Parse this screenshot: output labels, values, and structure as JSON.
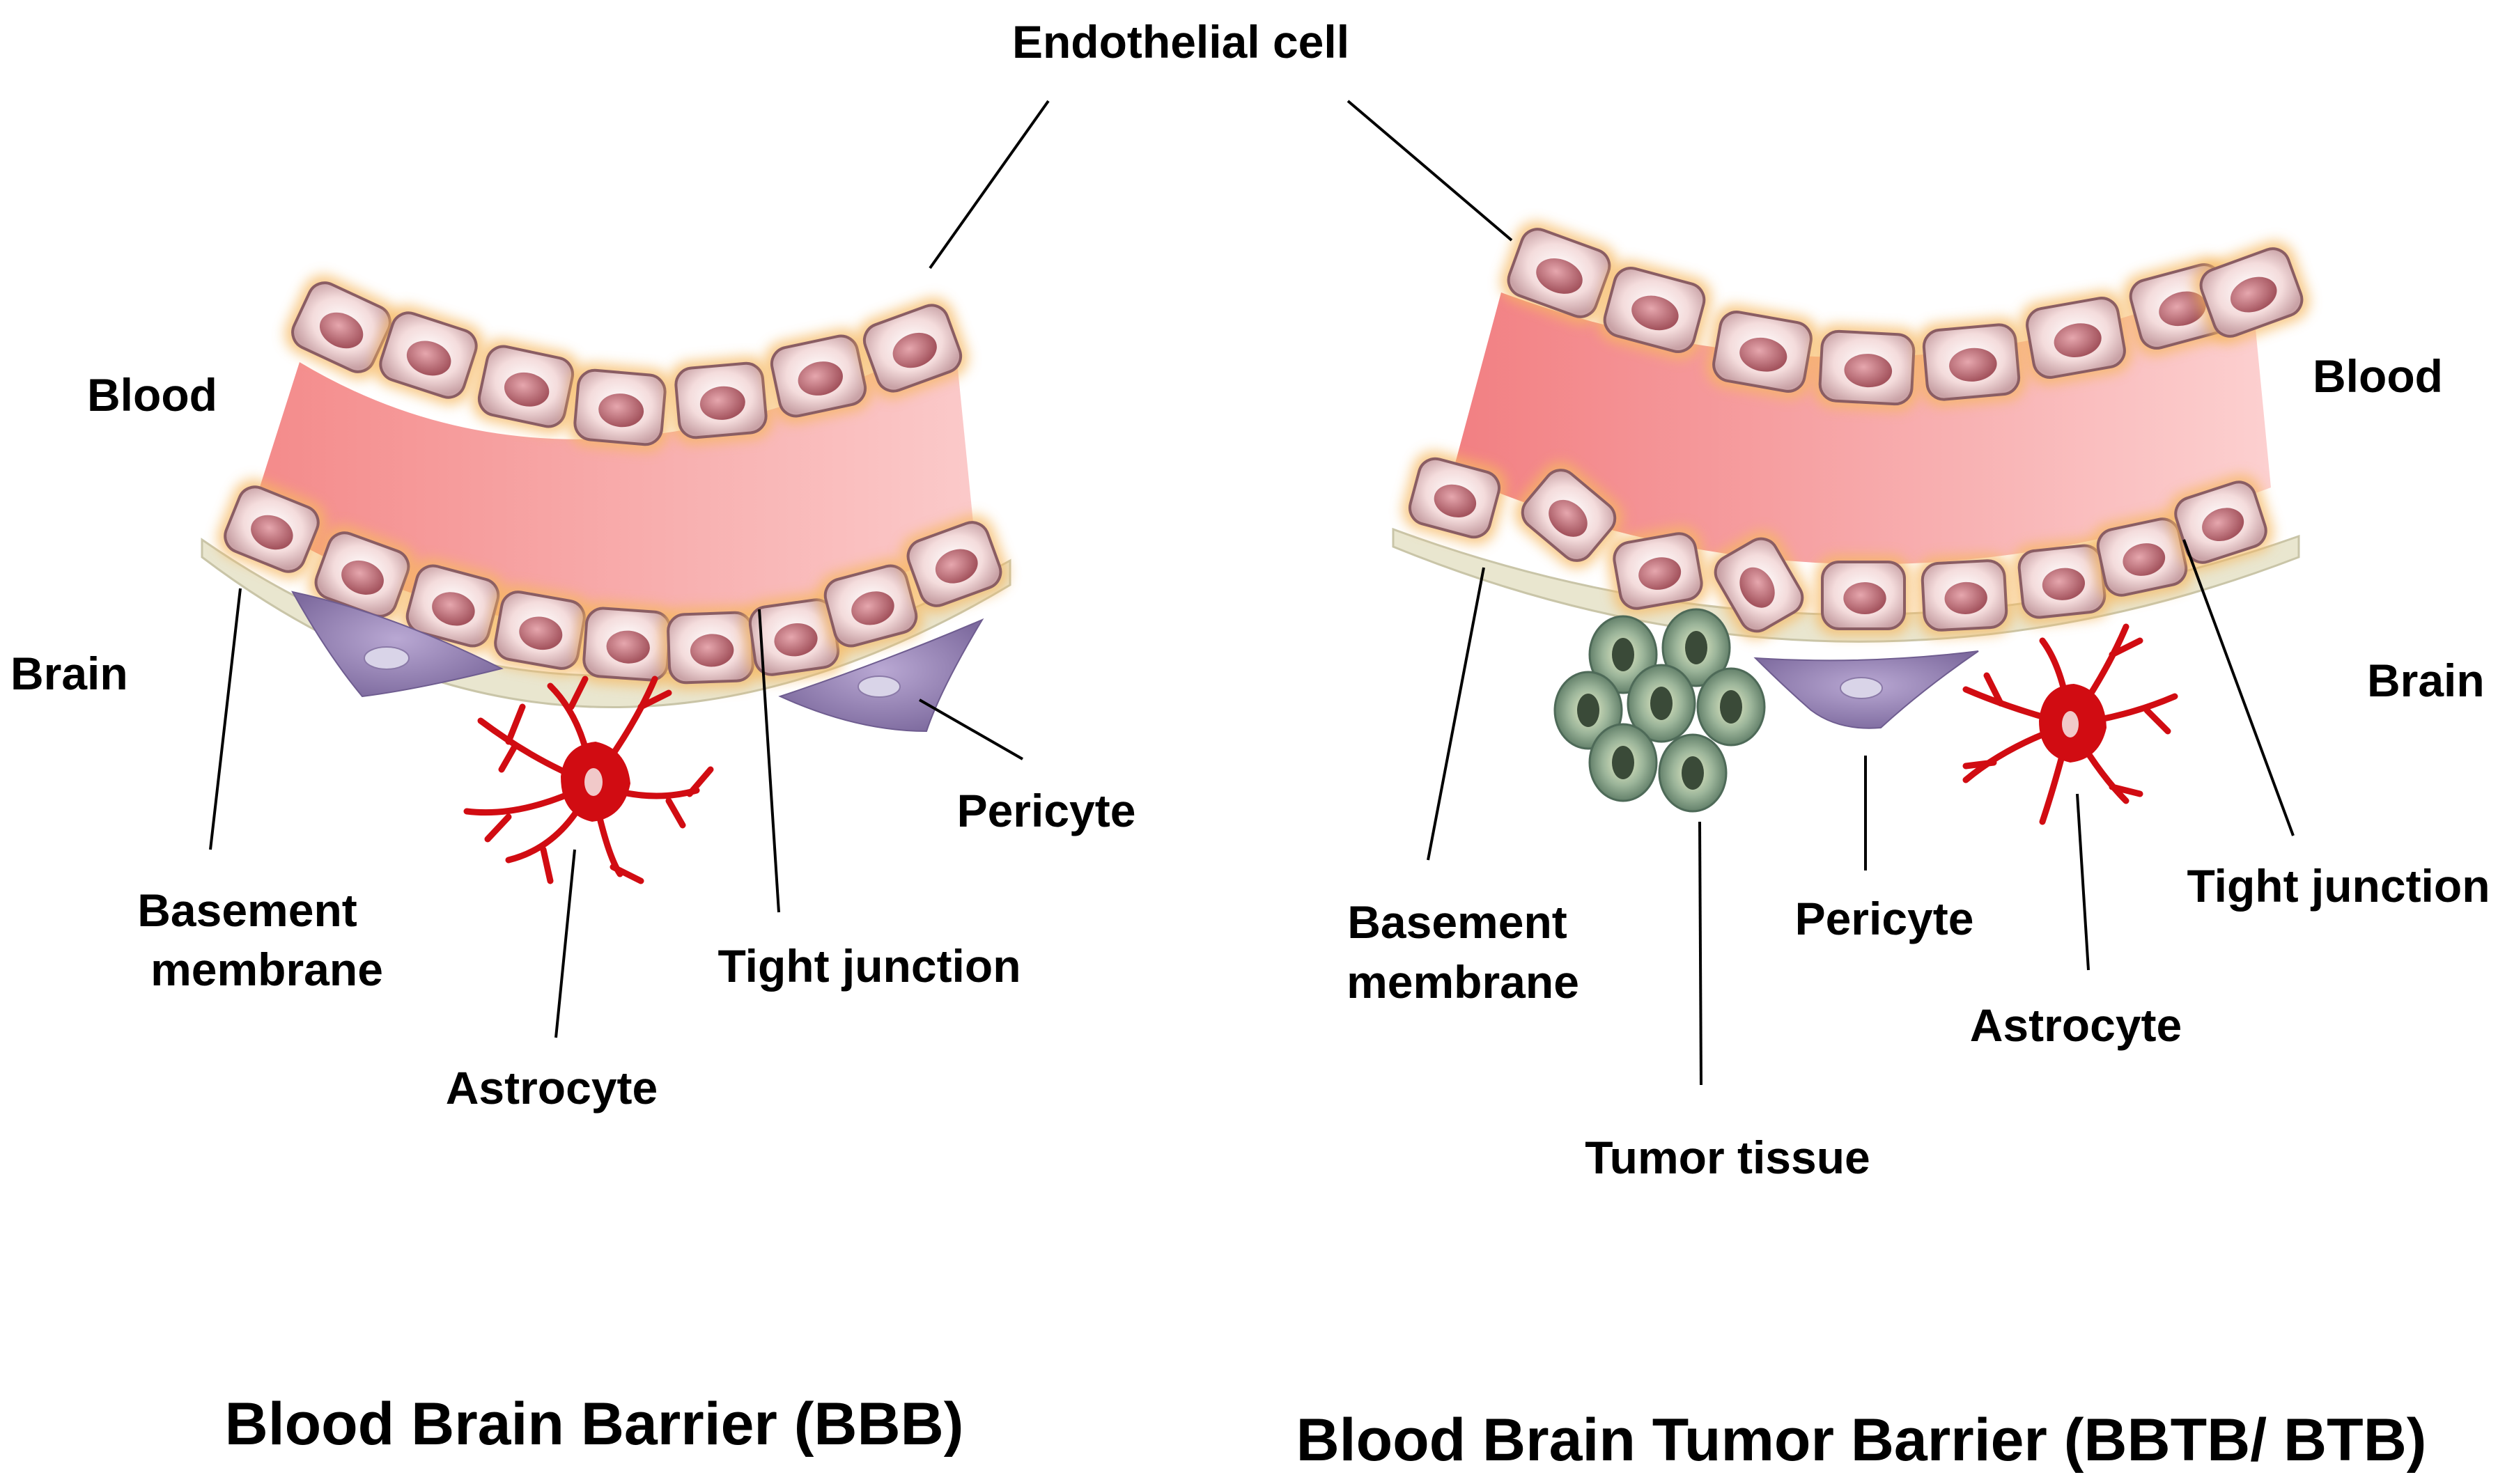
{
  "labels": {
    "endothelial_cell": "Endothelial cell",
    "bbb": {
      "blood": "Blood",
      "brain": "Brain",
      "basement_membrane_1": "Basement",
      "basement_membrane_2": "membrane",
      "astrocyte": "Astrocyte",
      "tight_junction": "Tight junction",
      "pericyte": "Pericyte",
      "title": "Blood Brain Barrier (BBB)"
    },
    "bbtb": {
      "blood": "Blood",
      "brain": "Brain",
      "basement_membrane_1": "Basement",
      "basement_membrane_2": "membrane",
      "tumor_tissue": "Tumor tissue",
      "pericyte": "Pericyte",
      "astrocyte": "Astrocyte",
      "tight_junction": "Tight junction",
      "title": "Blood Brain Tumor Barrier (BBTB/ BTB)"
    }
  },
  "colors": {
    "vessel_lumen": "#f7a0a0",
    "cell_fill": "#f2d6d6",
    "nucleus": "#c07078",
    "glow": "#f6b860",
    "basement_membrane": "#e9e6cf",
    "pericyte": "#9b86b8",
    "astrocyte": "#d10c12",
    "tumor_cell": "#7a9a86",
    "tumor_nucleus": "#3a4a38"
  }
}
